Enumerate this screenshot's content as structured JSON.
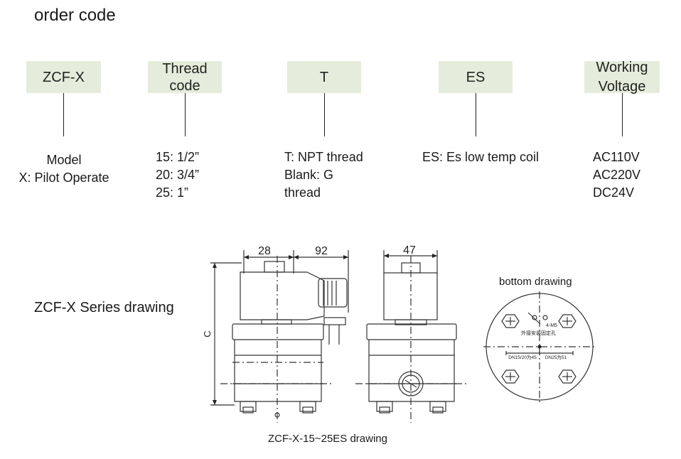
{
  "title": "order code",
  "codes": [
    {
      "label": "ZCF-X",
      "desc": "Model\nX: Pilot Operate"
    },
    {
      "label": "Thread\ncode",
      "desc": "15: 1/2”\n20: 3/4”\n25: 1”"
    },
    {
      "label": "T",
      "desc": "T: NPT thread\nBlank: G\nthread"
    },
    {
      "label": "ES",
      "desc": "ES: Es low temp coil"
    },
    {
      "label": "Working\nVoltage",
      "desc": "AC110V\nAC220V\nDC24V"
    }
  ],
  "drawing": {
    "series_label": "ZCF-X Series drawing",
    "dim_28": "28",
    "dim_92": "92",
    "dim_47": "47",
    "dim_c": "C",
    "bottom_label": "bottom drawing",
    "bottom_hole": "4-M5",
    "bottom_note": "外接安装固定孔",
    "bottom_dn_left": "DN15/20为45",
    "bottom_dn_right": "DN25为51",
    "caption": "ZCF-X-15~25ES drawing"
  }
}
